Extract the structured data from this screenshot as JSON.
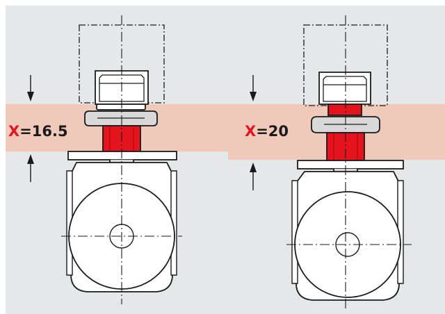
{
  "colors": {
    "background": "#e6e7e8",
    "band": "#efc9b9",
    "accent_red": "#e3141e",
    "metal": "#ffffff",
    "line": "#1a1a1a"
  },
  "labels": [
    {
      "var": "X",
      "value": "=16.5"
    },
    {
      "var": "X",
      "value": "=20"
    }
  ]
}
